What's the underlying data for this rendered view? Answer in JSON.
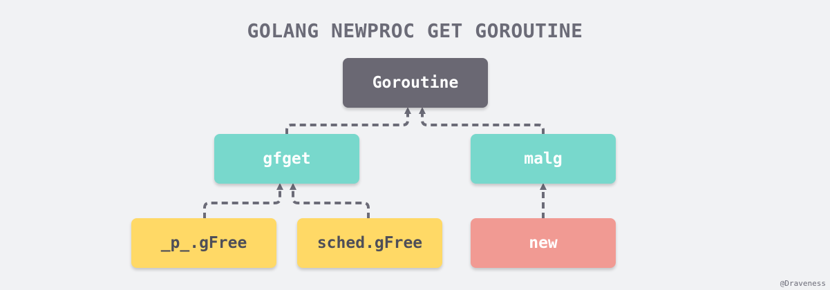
{
  "title": "GOLANG NEWPROC GET GOROUTINE",
  "nodes": {
    "goroutine": "Goroutine",
    "gfget": "gfget",
    "malg": "malg",
    "p_gfree": "_p_.gFree",
    "sched_gfree": "sched.gFree",
    "new": "new"
  },
  "colors": {
    "background": "#f1f2f4",
    "root": "#6a6873",
    "function": "#78d8cc",
    "source": "#ffd966",
    "allocate": "#f19a93",
    "connector": "#6b6b77"
  },
  "credit": "@Draveness"
}
